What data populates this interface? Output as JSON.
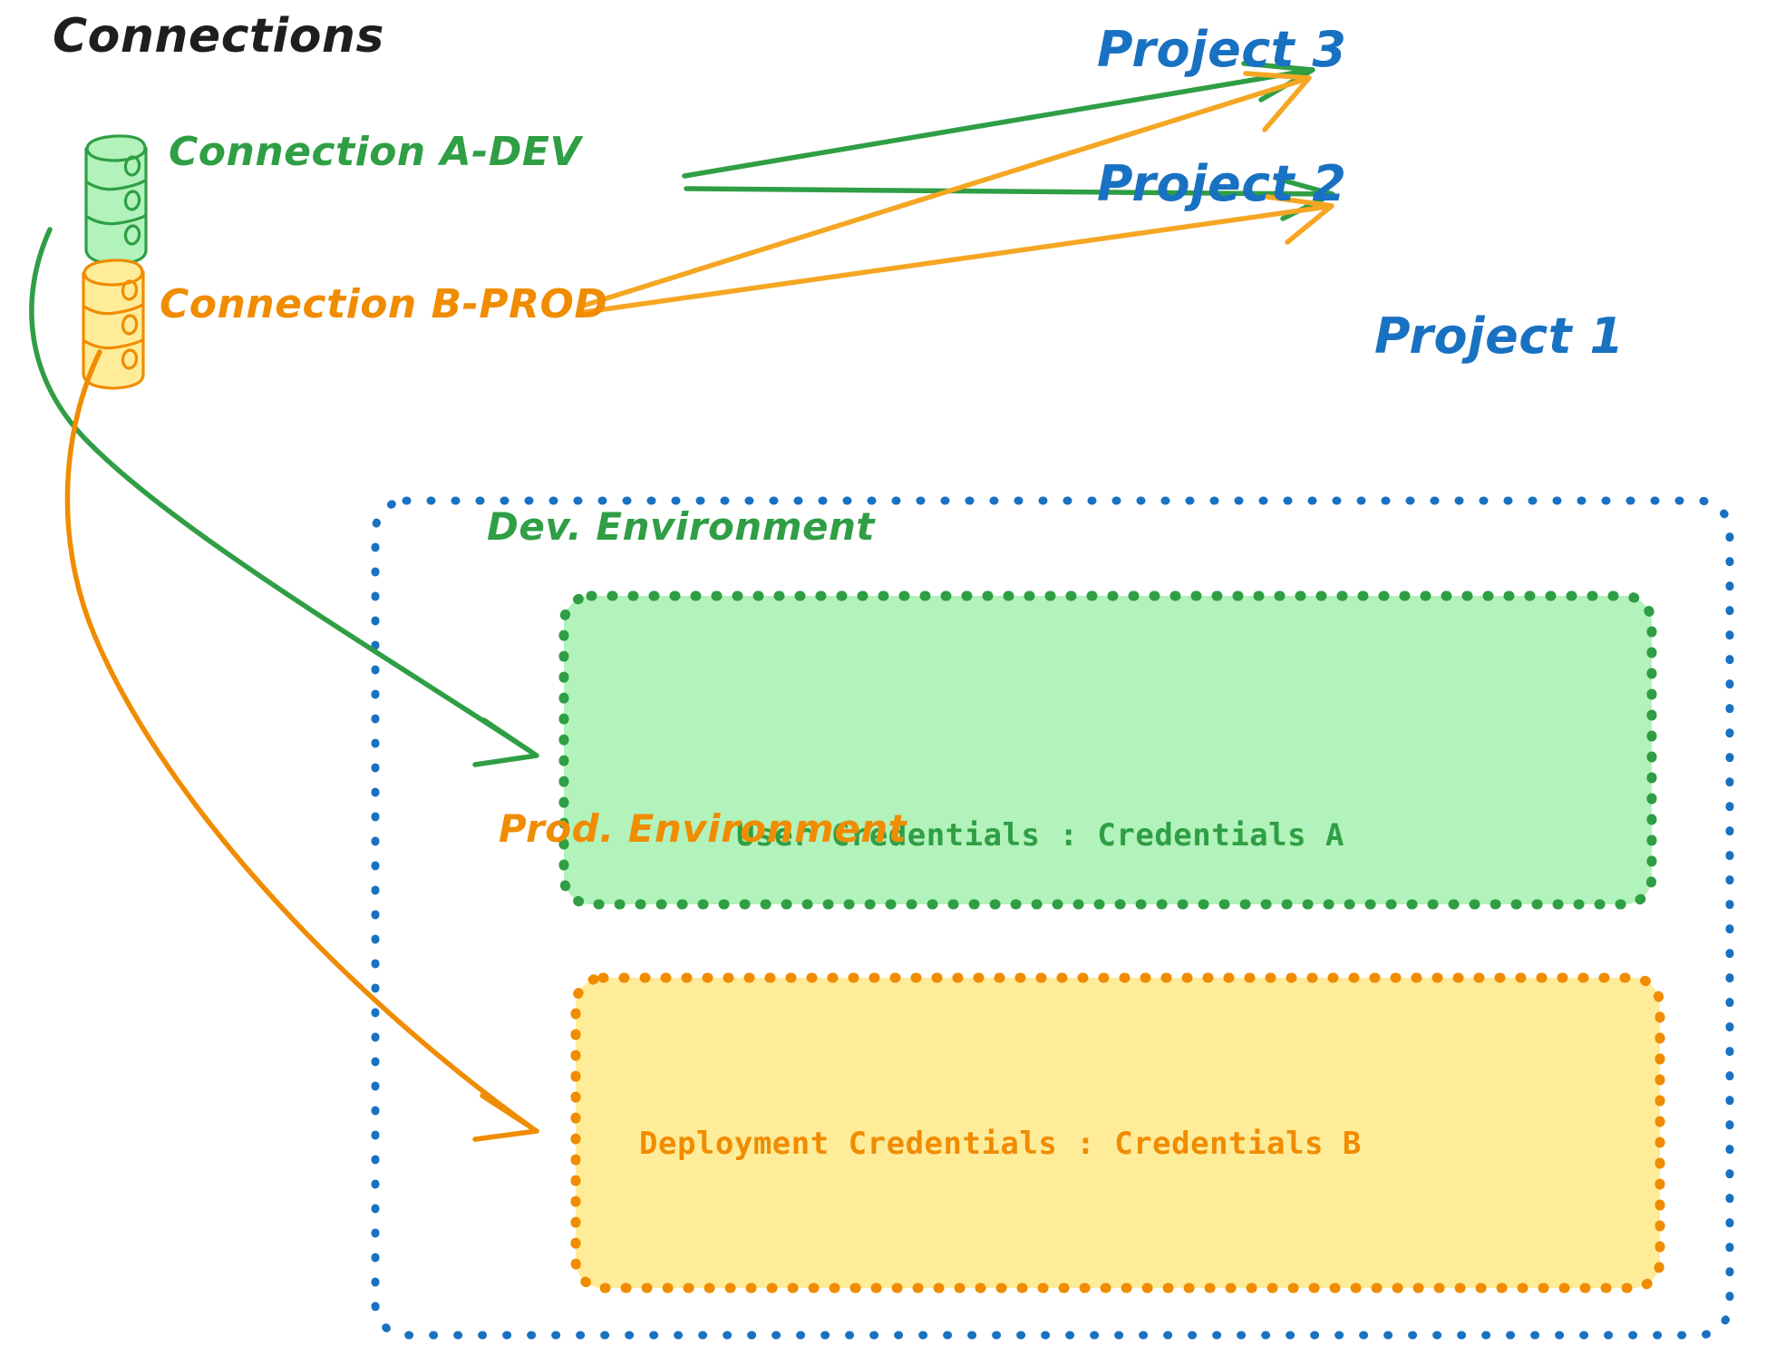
{
  "diagram": {
    "title": "Connections",
    "title_color": "#1e1e1e",
    "background": "#ffffff"
  },
  "connections": [
    {
      "id": "connection-a-dev",
      "label": "Connection A-DEV",
      "color": "#2f9e44",
      "fill": "#b2f2bb",
      "icon": "database-cylinder-icon"
    },
    {
      "id": "connection-b-prod",
      "label": "Connection B-PROD",
      "color": "#f08c00",
      "fill": "#ffec99",
      "icon": "database-cylinder-icon"
    }
  ],
  "projects": [
    {
      "id": "project-3",
      "label": "Project 3",
      "color": "#1971c2"
    },
    {
      "id": "project-2",
      "label": "Project 2",
      "color": "#1971c2"
    },
    {
      "id": "project-1",
      "label": "Project 1",
      "color": "#1971c2"
    }
  ],
  "project_1_container": {
    "label": "Project 1",
    "border_color": "#1971c2",
    "border_style": "dotted",
    "environments": [
      {
        "id": "dev-environment",
        "title": "Dev. Environment",
        "credentials_label": "User Credentials : Credentials A",
        "border_color": "#2f9e44",
        "fill": "#b2f2bb",
        "text_color": "#2f9e44",
        "border_style": "dotted"
      },
      {
        "id": "prod-environment",
        "title": "Prod. Environment",
        "credentials_label": "Deployment Credentials : Credentials B",
        "border_color": "#f08c00",
        "fill": "#ffec99",
        "text_color": "#f08c00",
        "border_style": "dotted"
      }
    ]
  },
  "edges": [
    {
      "id": "edge-a-dev-to-project-3",
      "from": "connection-a-dev",
      "to": "project-3",
      "color": "#2f9e44"
    },
    {
      "id": "edge-a-dev-to-project-2",
      "from": "connection-a-dev",
      "to": "project-2",
      "color": "#2f9e44"
    },
    {
      "id": "edge-b-prod-to-project-3",
      "from": "connection-b-prod",
      "to": "project-3",
      "color": "#f5a623"
    },
    {
      "id": "edge-b-prod-to-project-2",
      "from": "connection-b-prod",
      "to": "project-2",
      "color": "#f5a623"
    },
    {
      "id": "edge-a-dev-to-dev-environment",
      "from": "connection-a-dev",
      "to": "dev-environment",
      "color": "#2f9e44"
    },
    {
      "id": "edge-b-prod-to-prod-environment",
      "from": "connection-b-prod",
      "to": "prod-environment",
      "color": "#f08c00"
    }
  ]
}
